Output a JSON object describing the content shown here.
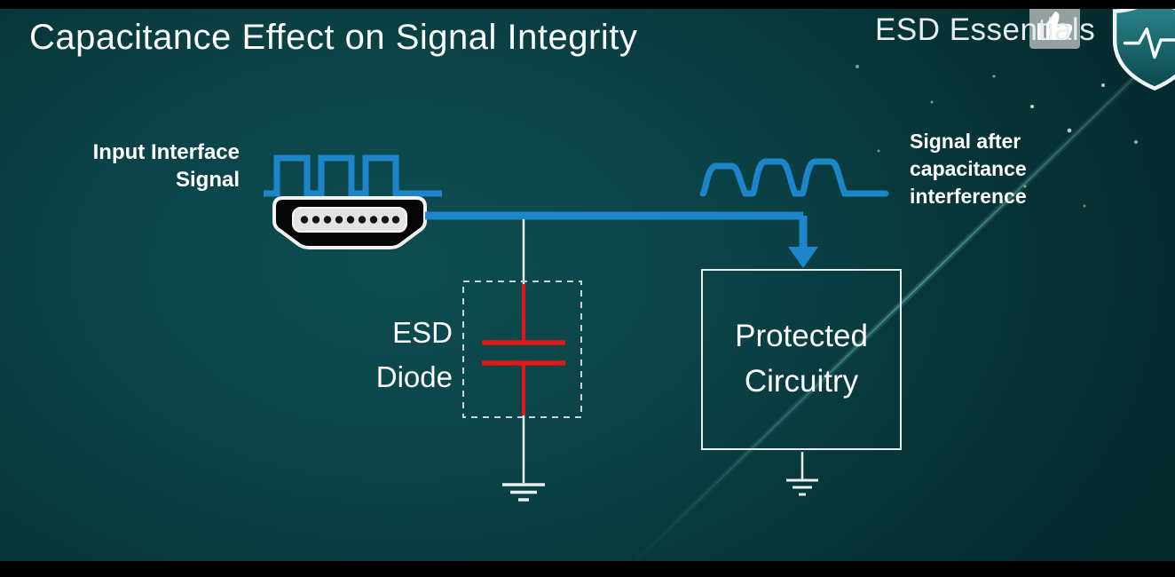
{
  "slide": {
    "title": "Capacitance Effect on Signal Integrity",
    "brand": "ESD Essentials"
  },
  "labels": {
    "input_signal": [
      "Input Interface",
      "Signal"
    ],
    "output_signal": [
      "Signal after",
      "capacitance",
      "interference"
    ],
    "esd_component": [
      "ESD",
      "Diode"
    ],
    "protected_box": [
      "Protected",
      "Circuitry"
    ]
  },
  "icons": {
    "thumbs_up": "thumbs-up-icon",
    "shield": "shield-pulse-icon"
  },
  "colors": {
    "signal_blue": "#1d86cb",
    "capacitor_red": "#e21717",
    "background_teal": "#0a4145",
    "text_white": "#ffffff"
  }
}
